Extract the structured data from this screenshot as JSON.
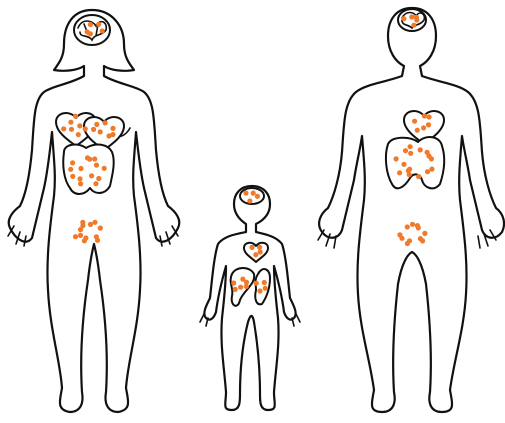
{
  "figures": [
    {
      "id": "woman",
      "label": ""
    },
    {
      "id": "child",
      "label": ""
    },
    {
      "id": "man",
      "label": ""
    }
  ],
  "colors": {
    "outline": "#111111",
    "dot": "#f07a2a",
    "background": "#ffffff"
  },
  "icons": {
    "dot": "orange-dot-marker",
    "brain": "brain-icon",
    "heart": "heart-icon",
    "organs": "abdominal-organ-icon"
  }
}
